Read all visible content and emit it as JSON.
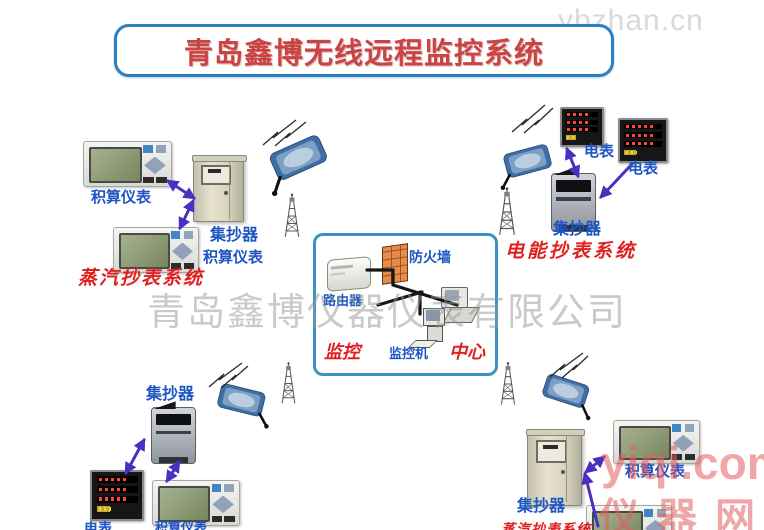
{
  "title": "青岛鑫博无线远程监控系统",
  "watermarks": {
    "top_right": "ybzhan.cn",
    "center": "青岛鑫博仪器仪表有限公司",
    "bottom_right_line1": "yiqi.com",
    "bottom_right_line2": "仪器网"
  },
  "center_box": {
    "firewall_label": "防火墙",
    "router_label": "路由器",
    "monitor_label": "监控",
    "monitor_machine_label": "监控机",
    "center_label": "中心"
  },
  "steam_group": {
    "integrator1_label": "积算仪表",
    "collector_label": "集抄器",
    "integrator2_label": "积算仪表",
    "system_label": "蒸汽抄表系统"
  },
  "electric_group": {
    "meter1_label": "电表",
    "meter2_label": "电表",
    "collector_label": "集抄器",
    "system_label": "电能抄表系统"
  },
  "bottom_left_group": {
    "collector_label": "集抄器",
    "meter_label": "电表",
    "integrator_label": "积算仪表"
  },
  "bottom_right_group": {
    "integrator_label": "积算仪表",
    "collector_label": "集抄器",
    "system_label": "蒸汽抄表系统"
  },
  "colors": {
    "title_red": "#c94444",
    "label_blue": "#1d55c4",
    "system_red": "#e02121",
    "box_border_blue": "#2b80c2",
    "watermark_gray": "#d9d9d9",
    "watermark_red": "#e45c5c",
    "arrow_purple": "#4b2fc0"
  }
}
